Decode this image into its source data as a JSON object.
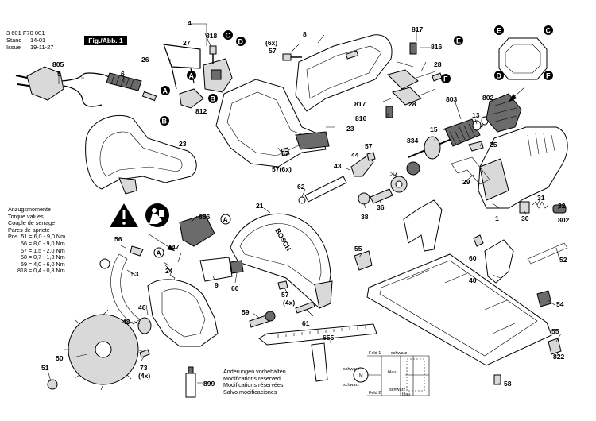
{
  "header": {
    "doc_number": "3 601 F70 001",
    "stand_label": "Stand",
    "stand_value": "14-01",
    "issue_label": "Issue",
    "issue_value": "19-11-27",
    "figure_tag": "Fig./Abb. 1"
  },
  "torque": {
    "lines": [
      "Anzugsmomente",
      "Torque values",
      "Couple de serrage",
      "Pares de apriete",
      "Pos  51 = 6,0 - 9,0 Nm",
      "        56 = 8,0 - 9,0 Nm",
      "        57 = 1,5 - 2,0 Nm",
      "        58 = 0,7 - 1,0 Nm",
      "        59 = 4,0 - 6,0 Nm",
      "      818 = 0,4 - 0,8 Nm"
    ]
  },
  "modifications": {
    "lines": [
      "Änderungen vorbehalten",
      "Modifications reserved",
      "Modifications réservées",
      "Salvo modificaciones"
    ]
  },
  "housing_brand": "BOSCH",
  "part_numbers": [
    "805",
    "5",
    "6",
    "4",
    "818",
    "27",
    "26",
    "8",
    "817",
    "816",
    "28",
    "812",
    "(6x)",
    "57",
    "23",
    "57(6x)",
    "803",
    "15",
    "13",
    "802",
    "834",
    "25",
    "44",
    "43",
    "37",
    "62",
    "38",
    "36",
    "29",
    "1",
    "31",
    "30",
    "32",
    "21",
    "656",
    "47",
    "24",
    "9",
    "60",
    "56",
    "53",
    "46",
    "48",
    "50",
    "51",
    "73",
    "(4x)",
    "55",
    "52",
    "40",
    "54",
    "822",
    "58",
    "59",
    "61",
    "655",
    "899"
  ],
  "callouts": [
    "A",
    "B",
    "C",
    "D",
    "E",
    "F"
  ],
  "wiring": {
    "labels": [
      "Feld 1",
      "Feld 2",
      "schwarz",
      "schwarz",
      "blau",
      "schwarz",
      "schwarz",
      "blau"
    ]
  }
}
